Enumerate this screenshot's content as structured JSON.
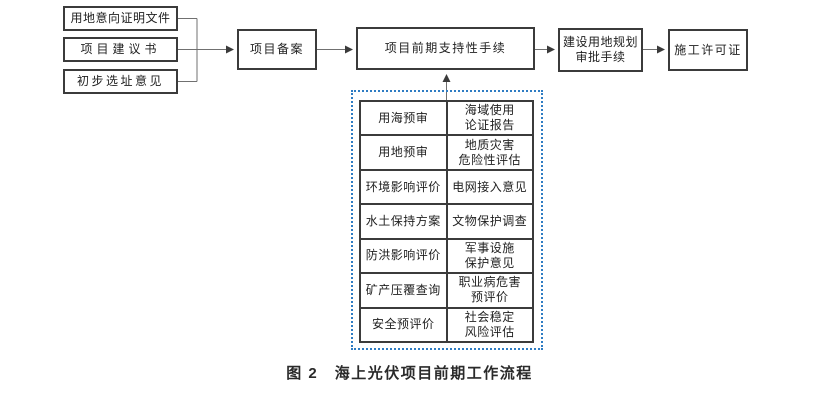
{
  "diagram": {
    "caption": "图 2　海上光伏项目前期工作流程",
    "inputs": [
      "用地意向证明文件",
      "项目建议书",
      "初步选址意见"
    ],
    "main_flow": [
      "项目备案",
      "项目前期支持性手续",
      "建设用地规划\n审批手续",
      "施工许可证"
    ],
    "support_rows": [
      {
        "left": "用海预审",
        "right": "海域使用\n论证报告"
      },
      {
        "left": "用地预审",
        "right": "地质灾害\n危险性评估"
      },
      {
        "left": "环境影响评价",
        "right": "电网接入意见"
      },
      {
        "left": "水土保持方案",
        "right": "文物保护调查"
      },
      {
        "left": "防洪影响评价",
        "right": "军事设施\n保护意见"
      },
      {
        "left": "矿产压覆查询",
        "right": "职业病危害\n预评价"
      },
      {
        "left": "安全预评价",
        "right": "社会稳定\n风险评估"
      }
    ],
    "colors": {
      "box_border": "#3b3b3b",
      "panel_border": "#2e7cc3",
      "connector": "#707070",
      "text": "#1f1f1f"
    }
  }
}
